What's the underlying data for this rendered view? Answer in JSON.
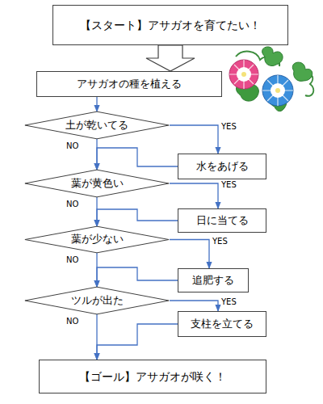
{
  "diagram": {
    "nodes": [
      {
        "text": [
          "【スタート】アサガオを育てたい！"
        ]
      },
      {
        "text": [
          "アサガオの種を植える"
        ]
      },
      {
        "text": [
          "土が乾いてる"
        ]
      },
      {
        "text": [
          "水をあげる"
        ]
      },
      {
        "text": [
          "葉が黄色い"
        ]
      },
      {
        "text": [
          "日に当てる"
        ]
      },
      {
        "text": [
          "葉が少ない"
        ]
      },
      {
        "text": [
          "追肥する"
        ]
      },
      {
        "text": [
          "ツルが出た"
        ]
      },
      {
        "text": [
          "支柱を立てる"
        ]
      },
      {
        "text": [
          "【ゴール】アサガオが咲く！"
        ]
      }
    ],
    "edges": [
      {
        "from": 0,
        "to": 1,
        "arrow": "to"
      },
      {
        "from": 1,
        "to": 2,
        "arrow": "to"
      },
      {
        "from": 2,
        "to": 3,
        "label": "YES",
        "arrow": "to"
      },
      {
        "from": 2,
        "to": 4,
        "label": "NO",
        "arrow": "to"
      },
      {
        "from": 3,
        "to": 4,
        "arrow": "to"
      },
      {
        "from": 4,
        "to": 5,
        "label": "YES",
        "arrow": "to"
      },
      {
        "from": 4,
        "to": 6,
        "label": "NO",
        "arrow": "to"
      },
      {
        "from": 5,
        "to": 6,
        "arrow": "to"
      },
      {
        "from": 6,
        "to": 7,
        "label": "YES",
        "arrow": "to"
      },
      {
        "from": 6,
        "to": 8,
        "label": "NO",
        "arrow": "to"
      },
      {
        "from": 7,
        "to": 8,
        "arrow": "to"
      },
      {
        "from": 8,
        "to": 9,
        "label": "YES",
        "arrow": "to"
      },
      {
        "from": 8,
        "to": 10,
        "label": "NO",
        "arrow": "to"
      },
      {
        "from": 9,
        "to": 10,
        "arrow": "to"
      }
    ]
  }
}
